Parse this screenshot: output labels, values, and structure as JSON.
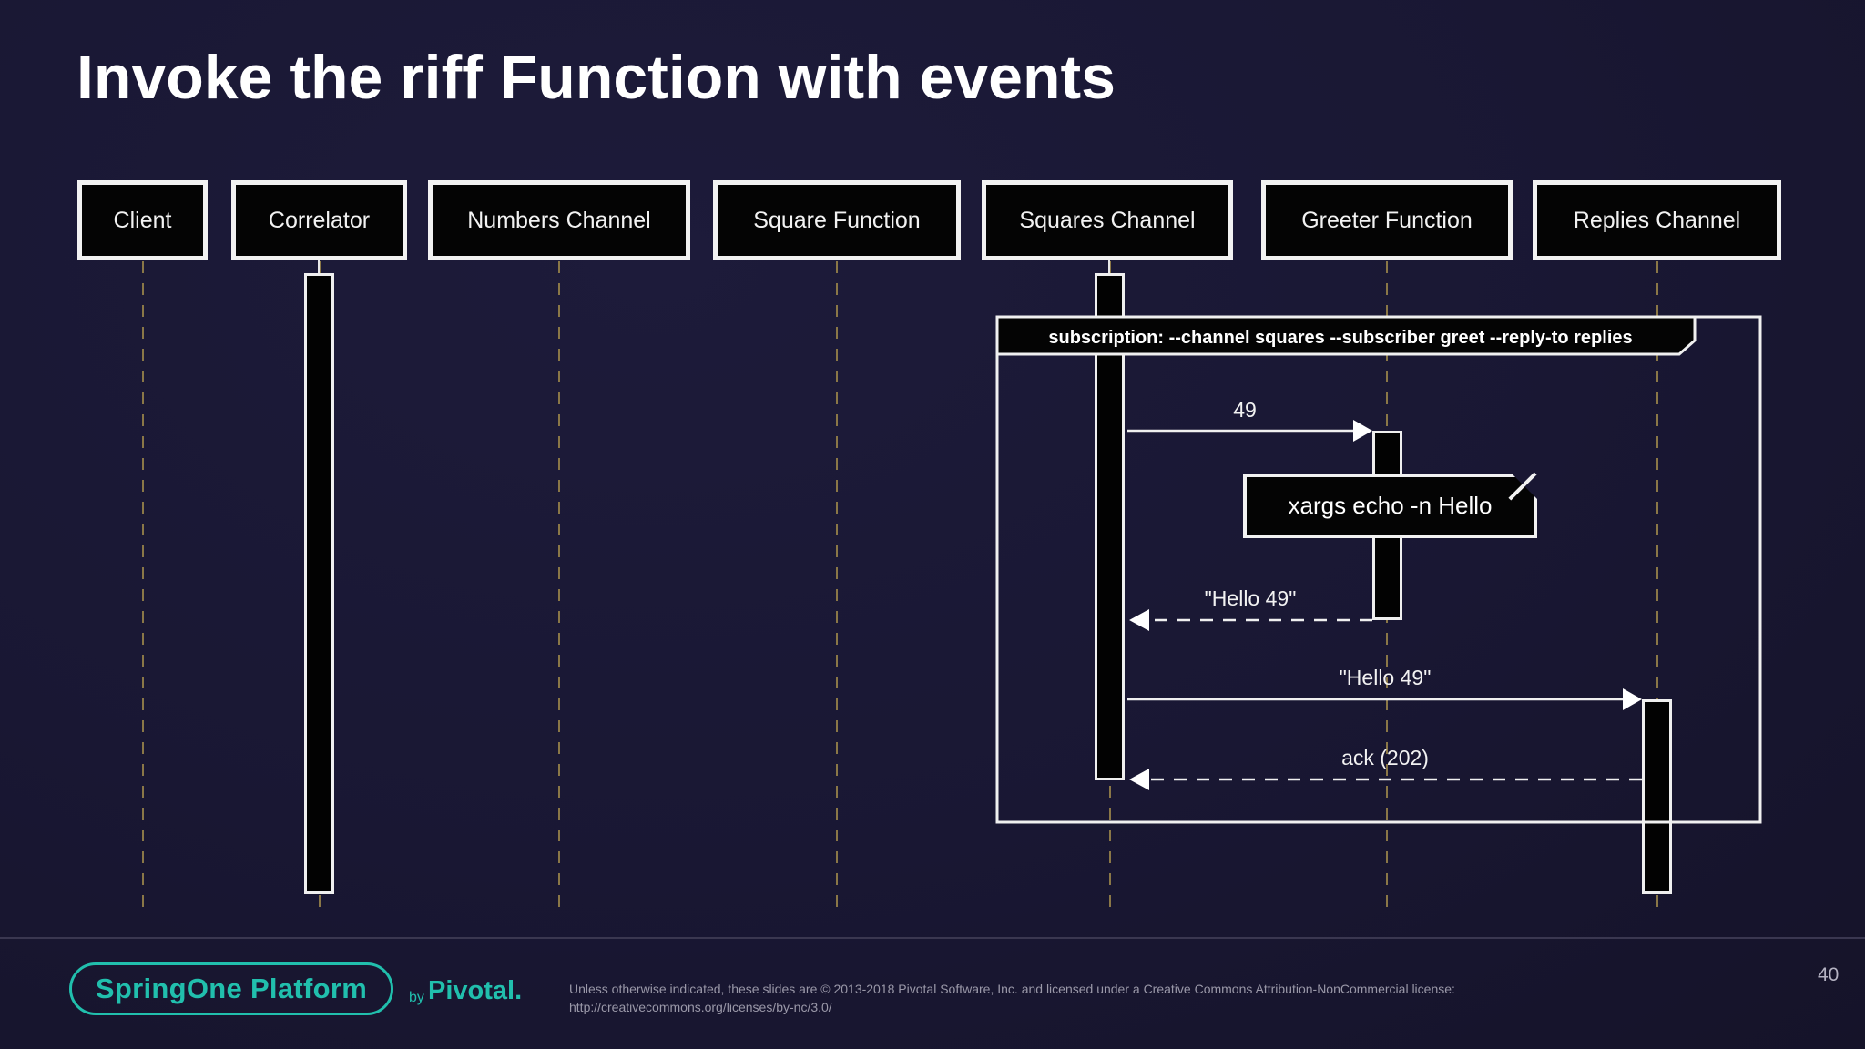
{
  "slide": {
    "title": "Invoke the riff Function with events"
  },
  "diagram": {
    "actors": [
      {
        "label": "Client"
      },
      {
        "label": "Correlator"
      },
      {
        "label": "Numbers Channel"
      },
      {
        "label": "Square Function"
      },
      {
        "label": "Squares Channel"
      },
      {
        "label": "Greeter Function"
      },
      {
        "label": "Replies Channel"
      }
    ],
    "frame": {
      "label": "subscription: --channel squares --subscriber greet --reply-to replies"
    },
    "messages": [
      {
        "label": "49",
        "type": "solid",
        "from": "Squares Channel",
        "to": "Greeter Function"
      },
      {
        "label": "\"Hello 49\"",
        "type": "dashed-return",
        "from": "Greeter Function",
        "to": "Squares Channel"
      },
      {
        "label": "\"Hello 49\"",
        "type": "solid",
        "from": "Squares Channel",
        "to": "Replies Channel"
      },
      {
        "label": "ack (202)",
        "type": "dashed-return",
        "from": "Replies Channel",
        "to": "Squares Channel"
      }
    ],
    "note": {
      "text": "xargs echo -n Hello",
      "attached_to": "Greeter Function"
    }
  },
  "footer": {
    "logo_text": "SpringOne Platform",
    "by_label": "by",
    "brand": "Pivotal.",
    "license_line1": "Unless otherwise indicated, these slides are © 2013-2018 Pivotal Software, Inc. and licensed under a Creative Commons Attribution-NonCommercial license:",
    "license_line2": "http://creativecommons.org/licenses/by-nc/3.0/",
    "page_number": "40"
  },
  "colors": {
    "background": "#191733",
    "box_fill": "#040404",
    "box_border": "#f2f2f2",
    "lifeline": "#8a7747",
    "accent_teal": "#21bfad",
    "license_text": "#9a98a8",
    "page_number": "#b5b3c2",
    "divider": "#3a3750"
  }
}
